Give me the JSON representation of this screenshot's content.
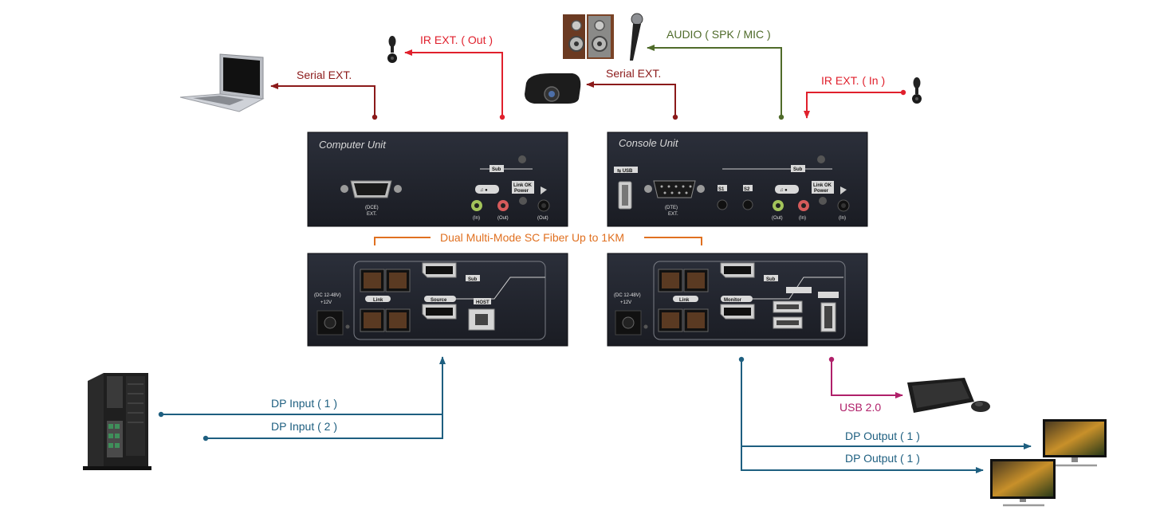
{
  "colors": {
    "serial": "#8b1a1a",
    "ir": "#e0202c",
    "audio": "#4f6b2a",
    "fiber": "#e07020",
    "dp": "#1e5f80",
    "usb": "#b0206a",
    "unit_body": "#23262f"
  },
  "labels": {
    "ir_out": "IR EXT. ( Out )",
    "serial_left": "Serial EXT.",
    "audio": "AUDIO ( SPK / MIC )",
    "serial_right": "Serial EXT.",
    "ir_in": "IR EXT. ( In )",
    "fiber": "Dual Multi-Mode SC Fiber Up to 1KM",
    "dp_in_1": "DP Input ( 1 )",
    "dp_in_2": "DP Input ( 2 )",
    "usb": "USB 2.0",
    "dp_out_1": "DP Output ( 1 )",
    "dp_out_2": "DP Output ( 1 )"
  },
  "computer_front": {
    "title": "Computer Unit",
    "dce_label": "(DCE)",
    "ext_label": "EXT.",
    "sub_label": "Sub",
    "link_ok": "Link OK",
    "power": "Power",
    "in_label": "(In)",
    "out_label": "(Out)",
    "ir_out_label": "(Out)"
  },
  "console_front": {
    "title": "Console Unit",
    "dte_label": "(DTE)",
    "ext_label": "EXT.",
    "sub_label": "Sub",
    "s1": "S1",
    "s2": "S2",
    "link_ok": "Link OK",
    "power": "Power",
    "out_label": "(Out)",
    "in_label": "(In)",
    "ir_in_label": "(In)"
  },
  "computer_rear": {
    "power_spec": "(DC 12-48V)",
    "plus12": "+12V",
    "link": "Link",
    "source": "Source",
    "sub": "Sub",
    "host": "HOST"
  },
  "console_rear": {
    "power_spec": "(DC 12-48V)",
    "plus12": "+12V",
    "link": "Link",
    "monitor": "Monitor",
    "sub": "Sub"
  },
  "devices": [
    "laptop-icon",
    "ir-emitter-icon",
    "speakers-icon",
    "microphone-icon",
    "projector-icon",
    "ir-receiver-icon",
    "computer-tower-icon",
    "keyboard-mouse-icon",
    "monitor-icon"
  ]
}
